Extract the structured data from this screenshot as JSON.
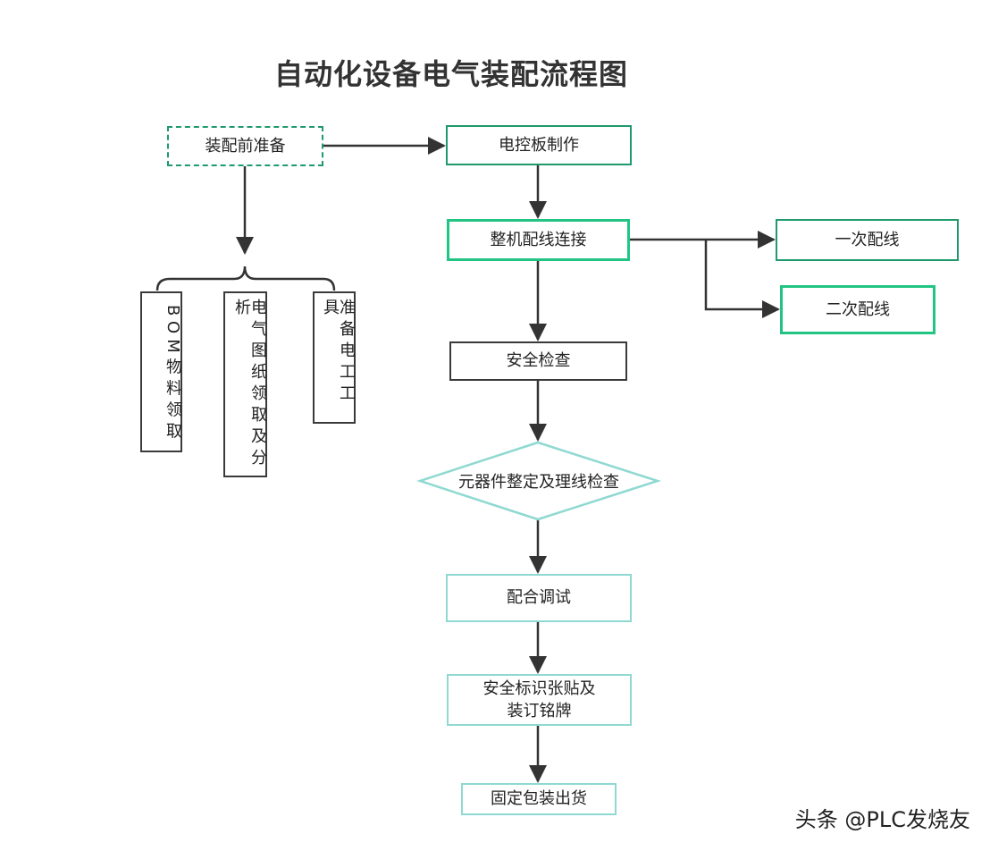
{
  "title": "自动化设备电气装配流程图",
  "nodes": {
    "prep": "装配前准备",
    "bom": "BOM物料领取",
    "drawings": "电气图纸领取及分析",
    "tools": "准备电工工具",
    "panel": "电控板制作",
    "wiring": "整机配线连接",
    "primary": "一次配线",
    "secondary": "二次配线",
    "safety_check": "安全检查",
    "component_check": "元器件整定及理线检查",
    "debug": "配合调试",
    "label_line1": "安全标识张贴及",
    "label_line2": "装订铭牌",
    "packing": "固定包装出货"
  },
  "watermark": "头条 @PLC发烧友",
  "colors": {
    "dark_green": "#1e9a6c",
    "bright_green": "#22c483",
    "teal": "#8fd9d2",
    "dark": "#3a3a3a"
  }
}
